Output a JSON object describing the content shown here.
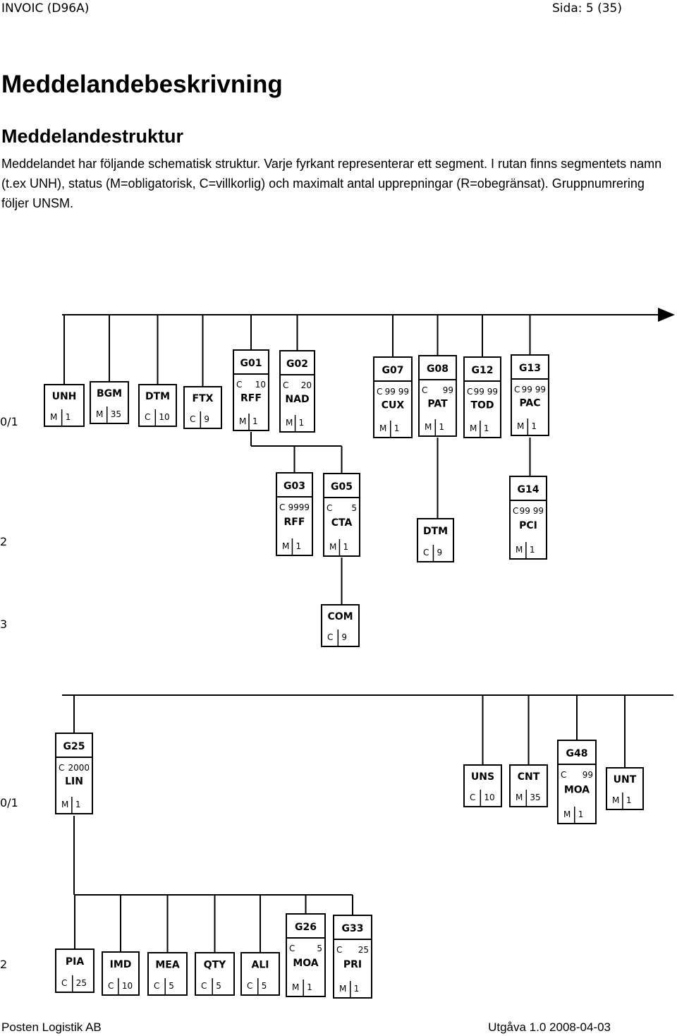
{
  "header": {
    "left": "INVOIC (D96A)",
    "right": "Sida: 5 (35)"
  },
  "title": "Meddelandebeskrivning",
  "subtitle": "Meddelandestruktur",
  "intro": "Meddelandet har följande schematisk struktur. Varje fyrkant representerar ett segment. I rutan finns segmentets namn (t.ex UNH), status (M=obligatorisk, C=villkorlig) och maximalt antal upprepningar (R=obegränsat). Gruppnumrering följer UNSM.",
  "diagram": {
    "levels": [
      {
        "id": "a",
        "label": "0/1"
      },
      {
        "id": "b",
        "label": "2"
      },
      {
        "id": "c",
        "label": "3"
      },
      {
        "id": "d",
        "label": "0/1"
      },
      {
        "id": "e",
        "label": "2"
      }
    ],
    "segments": [
      {
        "id": "unh",
        "name": "UNH",
        "status": "M",
        "rep": "1"
      },
      {
        "id": "bgm",
        "name": "BGM",
        "status": "M",
        "rep": "35"
      },
      {
        "id": "dtm1",
        "name": "DTM",
        "status": "C",
        "rep": "10"
      },
      {
        "id": "ftx",
        "name": "FTX",
        "status": "C",
        "rep": "9"
      },
      {
        "id": "rff1",
        "name": "RFF",
        "status": "M",
        "rep": "1",
        "group": "G01",
        "gstatus": "C",
        "grep": "10"
      },
      {
        "id": "nad",
        "name": "NAD",
        "status": "M",
        "rep": "1",
        "group": "G02",
        "gstatus": "C",
        "grep": "20"
      },
      {
        "id": "cux",
        "name": "CUX",
        "status": "M",
        "rep": "1",
        "group": "G07",
        "gstatus": "C",
        "grep": "99 99"
      },
      {
        "id": "pat",
        "name": "PAT",
        "status": "M",
        "rep": "1",
        "group": "G08",
        "gstatus": "C",
        "grep": "99"
      },
      {
        "id": "tod",
        "name": "TOD",
        "status": "M",
        "rep": "1",
        "group": "G12",
        "gstatus": "C",
        "grep": "99 99"
      },
      {
        "id": "pac",
        "name": "PAC",
        "status": "M",
        "rep": "1",
        "group": "G13",
        "gstatus": "C",
        "grep": "99 99"
      },
      {
        "id": "rff2",
        "name": "RFF",
        "status": "M",
        "rep": "1",
        "group": "G03",
        "gstatus": "C",
        "grep": "9999"
      },
      {
        "id": "cta",
        "name": "CTA",
        "status": "M",
        "rep": "1",
        "group": "G05",
        "gstatus": "C",
        "grep": "5"
      },
      {
        "id": "dtm2",
        "name": "DTM",
        "status": "C",
        "rep": "9"
      },
      {
        "id": "pci",
        "name": "PCI",
        "status": "M",
        "rep": "1",
        "group": "G14",
        "gstatus": "C",
        "grep": "99 99"
      },
      {
        "id": "com",
        "name": "COM",
        "status": "C",
        "rep": "9"
      },
      {
        "id": "lin",
        "name": "LIN",
        "status": "M",
        "rep": "1",
        "group": "G25",
        "gstatus": "C",
        "grep": "2000"
      },
      {
        "id": "uns",
        "name": "UNS",
        "status": "C",
        "rep": "10"
      },
      {
        "id": "cnt",
        "name": "CNT",
        "status": "M",
        "rep": "35"
      },
      {
        "id": "moa1",
        "name": "MOA",
        "status": "M",
        "rep": "1",
        "group": "G48",
        "gstatus": "C",
        "grep": "99"
      },
      {
        "id": "unt",
        "name": "UNT",
        "status": "M",
        "rep": "1"
      },
      {
        "id": "pia",
        "name": "PIA",
        "status": "C",
        "rep": "25"
      },
      {
        "id": "imd",
        "name": "IMD",
        "status": "C",
        "rep": "10"
      },
      {
        "id": "mea",
        "name": "MEA",
        "status": "C",
        "rep": "5"
      },
      {
        "id": "qty",
        "name": "QTY",
        "status": "C",
        "rep": "5"
      },
      {
        "id": "ali",
        "name": "ALI",
        "status": "C",
        "rep": "5"
      },
      {
        "id": "moa2",
        "name": "MOA",
        "status": "M",
        "rep": "1",
        "group": "G26",
        "gstatus": "C",
        "grep": "5"
      },
      {
        "id": "pri",
        "name": "PRI",
        "status": "M",
        "rep": "1",
        "group": "G33",
        "gstatus": "C",
        "grep": "25"
      }
    ]
  },
  "footer": {
    "left": "Posten Logistik AB",
    "right": "Utgåva 1.0 2008-04-03"
  }
}
